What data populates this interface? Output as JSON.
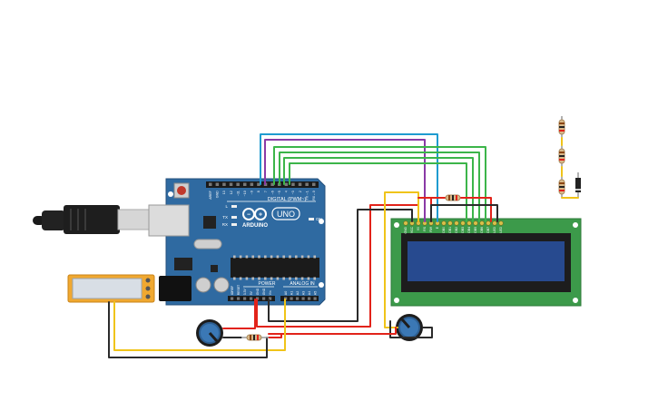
{
  "board": {
    "brand": "ARDUINO",
    "model": "UNO",
    "digital_label": "DIGITAL (PWM~)",
    "power_label": "POWER",
    "analog_label": "ANALOG IN",
    "led_labels": [
      "L",
      "TX",
      "RX"
    ],
    "on_label": "ON",
    "digital_pins": [
      "AREF",
      "GND",
      "13",
      "12",
      "~11",
      "~10",
      "~9",
      "8",
      "7",
      "~6",
      "~5",
      "4",
      "~3",
      "2",
      "TX→1",
      "RX←0"
    ],
    "power_pins": [
      "IOREF",
      "RESET",
      "3.3V",
      "5V",
      "GND",
      "GND",
      "Vin"
    ],
    "analog_pins": [
      "A0",
      "A1",
      "A2",
      "A3",
      "A4",
      "A5"
    ]
  },
  "lcd": {
    "pin_labels": [
      "GND",
      "VCC",
      "V0",
      "RS",
      "RW",
      "E",
      "DB0",
      "DB1",
      "DB2",
      "DB3",
      "DB4",
      "DB5",
      "DB6",
      "DB7",
      "LED",
      "LED"
    ]
  },
  "colors": {
    "board": "#2f6aa1",
    "lcd_pcb": "#3c9a4a",
    "lcd_screen": "#274a8f",
    "wire_blue": "#1f9bd0",
    "wire_purple": "#8a3aa6",
    "wire_green": "#3cb54a",
    "wire_red": "#e2231a",
    "wire_black": "#2b2b2b",
    "wire_yellow": "#f0c419",
    "sensor": "#f0a830",
    "knob": "#2f6aa1"
  }
}
